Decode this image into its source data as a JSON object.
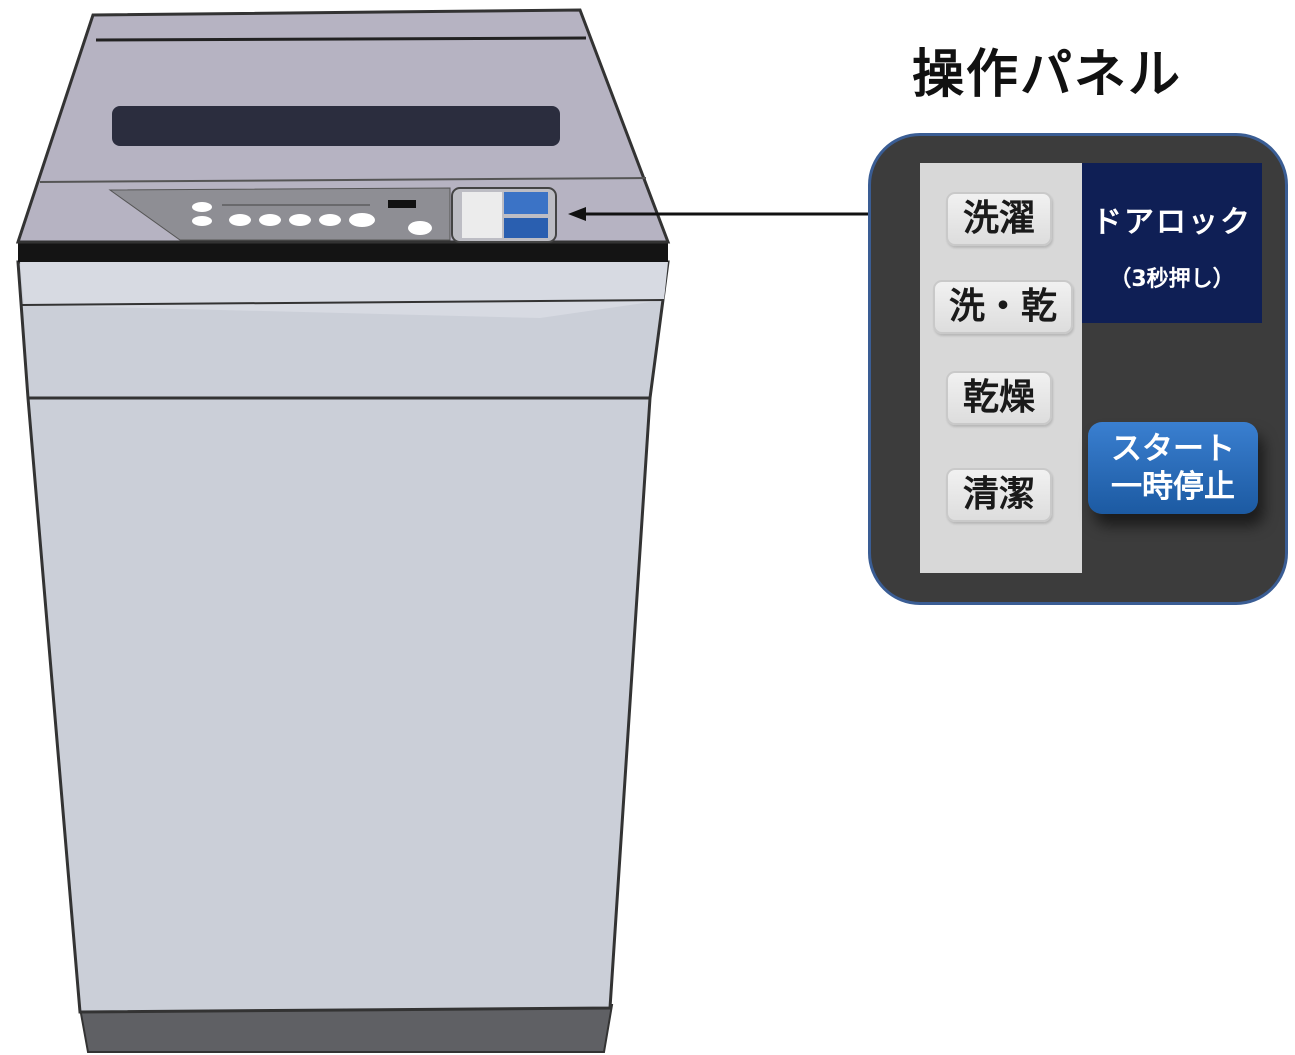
{
  "panel": {
    "title": "操作パネル",
    "course_buttons": [
      {
        "label": "洗濯"
      },
      {
        "label": "洗・乾"
      },
      {
        "label": "乾燥"
      },
      {
        "label": "清潔"
      }
    ],
    "door_lock": {
      "label": "ドアロック",
      "sub_label": "（3秒押し）"
    },
    "start_button": {
      "line1": "スタート",
      "line2": "一時停止"
    }
  },
  "colors": {
    "washer_top": "#b6b3c2",
    "washer_body": "#cbcfd8",
    "lid_window": "#2b2d3e",
    "black_band": "#141414",
    "panel_frame": "#3c3c3c",
    "panel_border": "#3a5d94",
    "door_lock_bg": "#0f1f55",
    "start_button": "#2468b8"
  }
}
